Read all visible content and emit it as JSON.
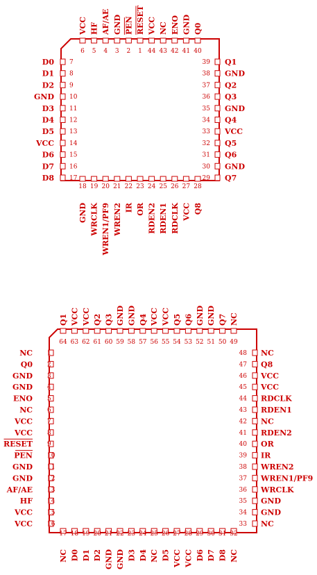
{
  "colors": {
    "ink": "#cc0000",
    "background": "#ffffff"
  },
  "packages": [
    {
      "id": "plcc44",
      "top": [
        {
          "num": "6",
          "name": "VCC"
        },
        {
          "num": "5",
          "name": "HF"
        },
        {
          "num": "4",
          "name": "AF/AE"
        },
        {
          "num": "3",
          "name": "GND"
        },
        {
          "num": "2",
          "name": "PEN",
          "bar": true
        },
        {
          "num": "1",
          "name": "RESET",
          "bar": true
        },
        {
          "num": "44",
          "name": "VCC"
        },
        {
          "num": "43",
          "name": "NC"
        },
        {
          "num": "42",
          "name": "ENO"
        },
        {
          "num": "41",
          "name": "GND"
        },
        {
          "num": "40",
          "name": "Q0"
        }
      ],
      "left": [
        {
          "num": "7",
          "name": "D0"
        },
        {
          "num": "8",
          "name": "D1"
        },
        {
          "num": "9",
          "name": "D2"
        },
        {
          "num": "10",
          "name": "GND"
        },
        {
          "num": "11",
          "name": "D3"
        },
        {
          "num": "12",
          "name": "D4"
        },
        {
          "num": "13",
          "name": "D5"
        },
        {
          "num": "14",
          "name": "VCC"
        },
        {
          "num": "15",
          "name": "D6"
        },
        {
          "num": "16",
          "name": "D7"
        },
        {
          "num": "17",
          "name": "D8"
        }
      ],
      "right": [
        {
          "num": "39",
          "name": "Q1"
        },
        {
          "num": "38",
          "name": "GND"
        },
        {
          "num": "37",
          "name": "Q2"
        },
        {
          "num": "36",
          "name": "Q3"
        },
        {
          "num": "35",
          "name": "GND"
        },
        {
          "num": "34",
          "name": "Q4"
        },
        {
          "num": "33",
          "name": "VCC"
        },
        {
          "num": "32",
          "name": "Q5"
        },
        {
          "num": "31",
          "name": "Q6"
        },
        {
          "num": "30",
          "name": "GND"
        },
        {
          "num": "29",
          "name": "Q7"
        }
      ],
      "bottom": [
        {
          "num": "18",
          "name": "GND"
        },
        {
          "num": "19",
          "name": "WRCLK"
        },
        {
          "num": "20",
          "name": "WREN1/PF9"
        },
        {
          "num": "21",
          "name": "WREN2"
        },
        {
          "num": "22",
          "name": "IR"
        },
        {
          "num": "23",
          "name": "OR"
        },
        {
          "num": "24",
          "name": "RDEN2"
        },
        {
          "num": "25",
          "name": "RDEN1"
        },
        {
          "num": "26",
          "name": "RDCLK"
        },
        {
          "num": "27",
          "name": "VCC"
        },
        {
          "num": "28",
          "name": "Q8"
        }
      ]
    },
    {
      "id": "tqfp64",
      "top": [
        {
          "num": "64",
          "name": "Q1"
        },
        {
          "num": "63",
          "name": "VCC"
        },
        {
          "num": "62",
          "name": "VCC"
        },
        {
          "num": "61",
          "name": "Q2"
        },
        {
          "num": "60",
          "name": "Q3"
        },
        {
          "num": "59",
          "name": "GND"
        },
        {
          "num": "58",
          "name": "GND"
        },
        {
          "num": "57",
          "name": "Q4"
        },
        {
          "num": "56",
          "name": "VCC"
        },
        {
          "num": "55",
          "name": "VCC"
        },
        {
          "num": "54",
          "name": "Q5"
        },
        {
          "num": "53",
          "name": "Q6"
        },
        {
          "num": "52",
          "name": "GND"
        },
        {
          "num": "51",
          "name": "GND"
        },
        {
          "num": "50",
          "name": "Q7"
        },
        {
          "num": "49",
          "name": "NC"
        }
      ],
      "left": [
        {
          "num": "1",
          "name": "NC"
        },
        {
          "num": "2",
          "name": "Q0"
        },
        {
          "num": "3",
          "name": "GND"
        },
        {
          "num": "4",
          "name": "GND"
        },
        {
          "num": "5",
          "name": "ENO"
        },
        {
          "num": "6",
          "name": "NC"
        },
        {
          "num": "7",
          "name": "VCC"
        },
        {
          "num": "8",
          "name": "VCC"
        },
        {
          "num": "9",
          "name": "RESET",
          "bar": true
        },
        {
          "num": "10",
          "name": "PEN",
          "bar": true
        },
        {
          "num": "11",
          "name": "GND"
        },
        {
          "num": "12",
          "name": "GND"
        },
        {
          "num": "13",
          "name": "AF/AE"
        },
        {
          "num": "14",
          "name": "HF"
        },
        {
          "num": "15",
          "name": "VCC"
        },
        {
          "num": "16",
          "name": "VCC"
        }
      ],
      "right": [
        {
          "num": "48",
          "name": "NC"
        },
        {
          "num": "47",
          "name": "Q8"
        },
        {
          "num": "46",
          "name": "VCC"
        },
        {
          "num": "45",
          "name": "VCC"
        },
        {
          "num": "44",
          "name": "RDCLK"
        },
        {
          "num": "43",
          "name": "RDEN1"
        },
        {
          "num": "42",
          "name": "NC"
        },
        {
          "num": "41",
          "name": "RDEN2"
        },
        {
          "num": "40",
          "name": "OR"
        },
        {
          "num": "39",
          "name": "IR"
        },
        {
          "num": "38",
          "name": "WREN2"
        },
        {
          "num": "37",
          "name": "WREN1/PF9"
        },
        {
          "num": "36",
          "name": "WRCLK"
        },
        {
          "num": "35",
          "name": "GND"
        },
        {
          "num": "34",
          "name": "GND"
        },
        {
          "num": "33",
          "name": "NC"
        }
      ],
      "bottom": [
        {
          "num": "17",
          "name": "NC"
        },
        {
          "num": "18",
          "name": "D0"
        },
        {
          "num": "19",
          "name": "D1"
        },
        {
          "num": "20",
          "name": "D2"
        },
        {
          "num": "21",
          "name": "GND"
        },
        {
          "num": "22",
          "name": "GND"
        },
        {
          "num": "23",
          "name": "D3"
        },
        {
          "num": "24",
          "name": "D4"
        },
        {
          "num": "25",
          "name": "NC"
        },
        {
          "num": "26",
          "name": "D5"
        },
        {
          "num": "27",
          "name": "VCC"
        },
        {
          "num": "28",
          "name": "VCC"
        },
        {
          "num": "29",
          "name": "D6"
        },
        {
          "num": "30",
          "name": "D7"
        },
        {
          "num": "31",
          "name": "D8"
        },
        {
          "num": "32",
          "name": "NC"
        }
      ]
    }
  ]
}
